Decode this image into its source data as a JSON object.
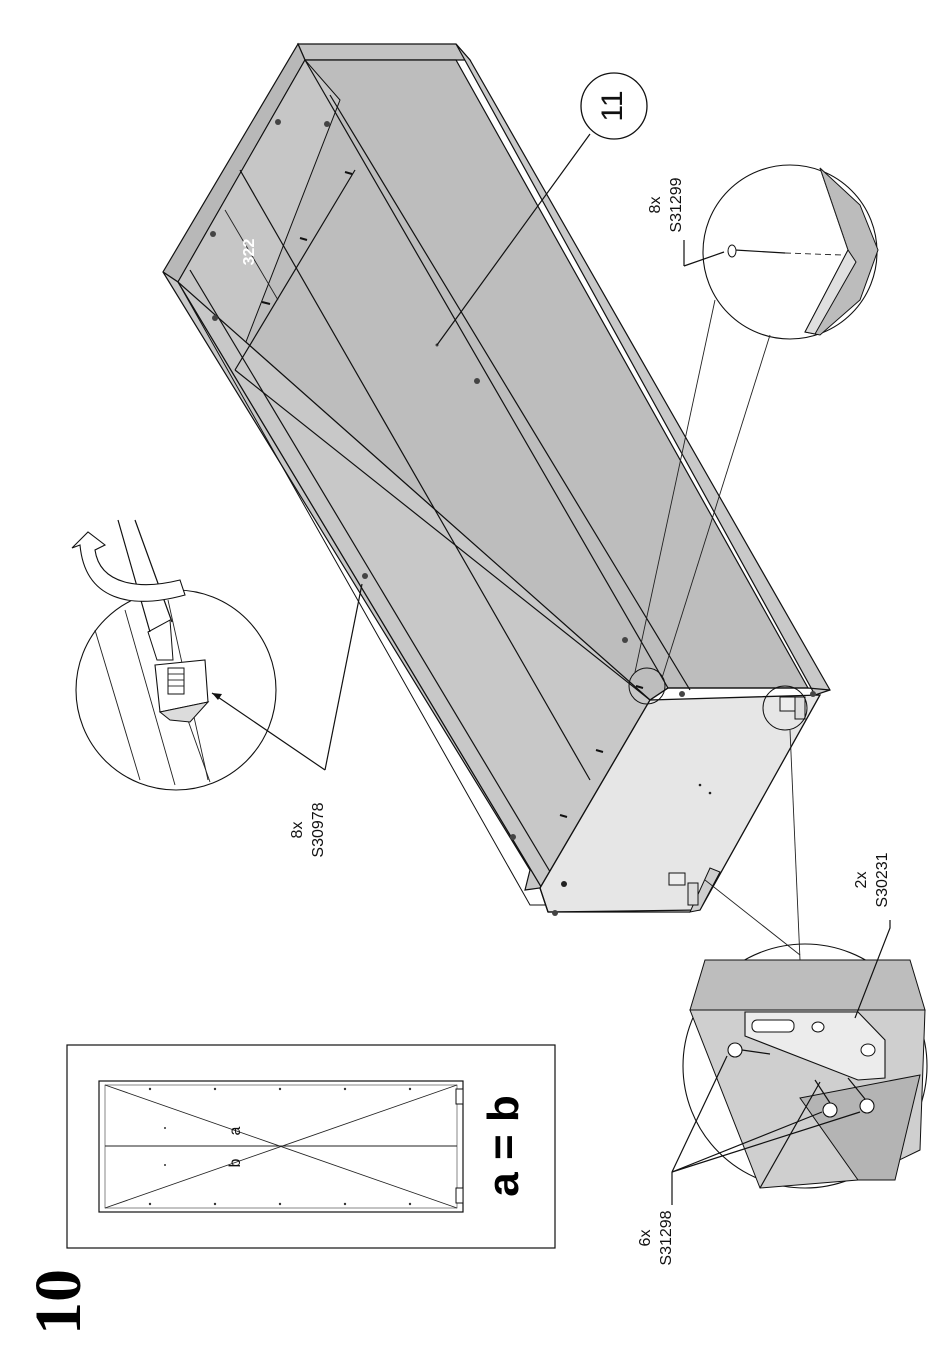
{
  "step": {
    "number": "10"
  },
  "check_panel": {
    "label_a": "a",
    "label_b": "b",
    "equation": "a = b"
  },
  "part": {
    "number": "11"
  },
  "dimension": {
    "value": "322"
  },
  "hardware": [
    {
      "id": "bolt",
      "qty": "8x",
      "code": "S30978"
    },
    {
      "id": "dowel",
      "qty": "8x",
      "code": "S31299"
    },
    {
      "id": "bracket",
      "qty": "2x",
      "code": "S30231"
    },
    {
      "id": "screw",
      "qty": "6x",
      "code": "S31298"
    }
  ]
}
